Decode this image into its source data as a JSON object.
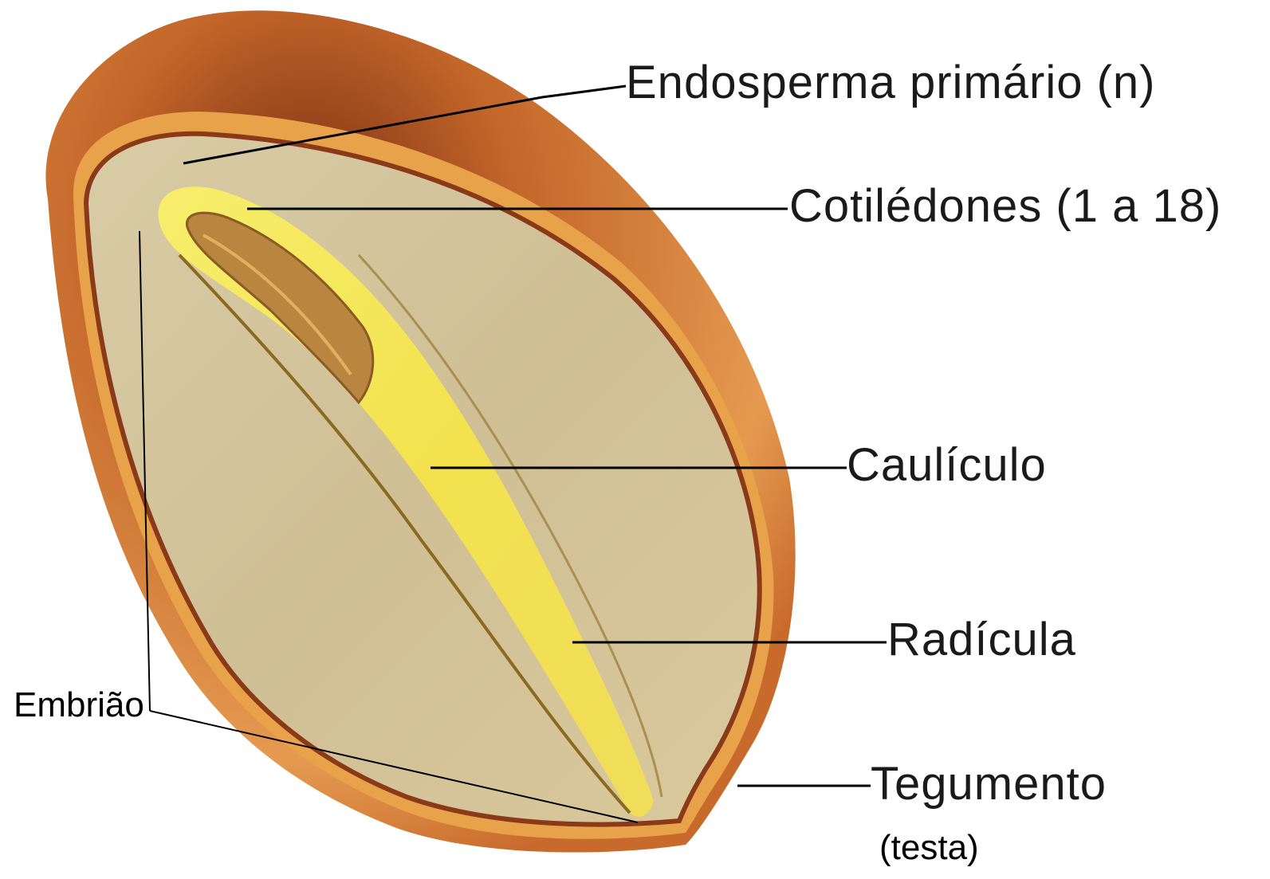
{
  "labels": {
    "endosperma": "Endosperma primário (n)",
    "cotiledones": "Cotilédones (1 a 18)",
    "cauliculo": "Caulículo",
    "radicula": "Radícula",
    "tegumento": "Tegumento",
    "testa": "(testa)",
    "embriao": "Embrião"
  },
  "colors": {
    "seed_coat": "#c4672a",
    "seed_coat_dark": "#7a2e12",
    "seed_coat_rim": "#e8a24a",
    "endosperm": "#d6c7a0",
    "embryo": "#f3e86a",
    "embryo_bright": "#f7f04a",
    "cotyledon_tip": "#b8863e"
  }
}
